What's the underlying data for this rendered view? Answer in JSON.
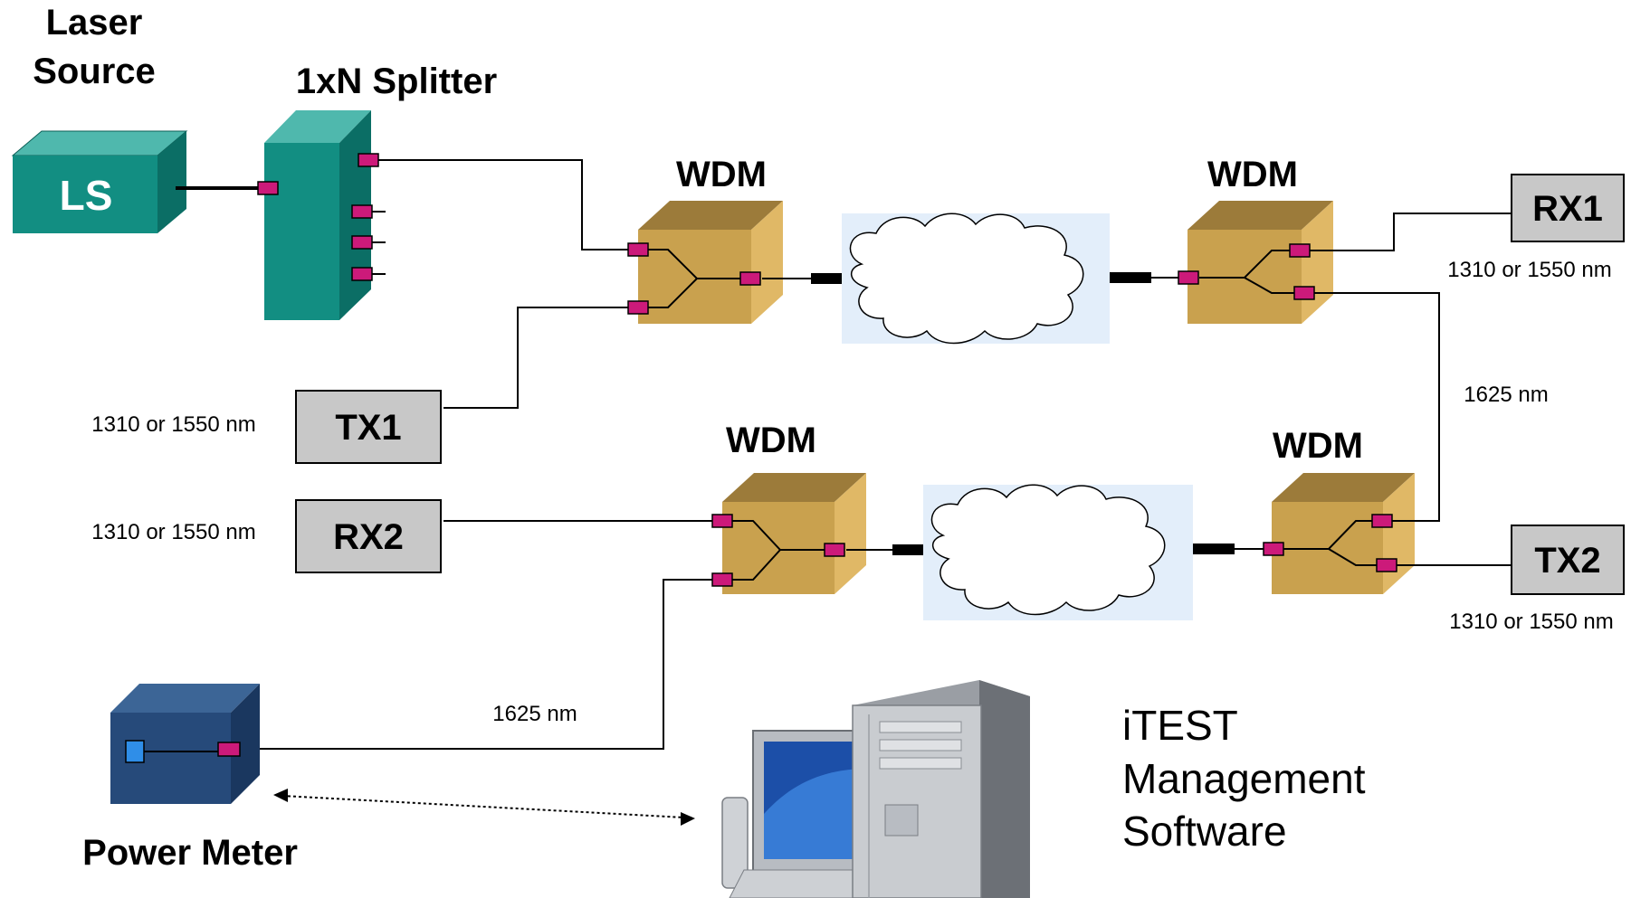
{
  "labels": {
    "laser_source_line1": "Laser",
    "laser_source_line2": "Source",
    "ls": "LS",
    "splitter": "1xN Splitter",
    "wdm": "WDM",
    "rx1": "RX1",
    "tx1": "TX1",
    "rx2": "RX2",
    "tx2": "TX2",
    "power_meter": "Power Meter"
  },
  "wavelengths": {
    "rx1": "1310 or 1550 nm",
    "tx1": "1310 or 1550 nm",
    "rx2": "1310 or 1550 nm",
    "tx2": "1310 or 1550 nm",
    "monitor_upper": "1625 nm",
    "monitor_lower": "1625 nm"
  },
  "software": {
    "line1": "iTEST",
    "line2": "Management",
    "line3": "Software"
  },
  "colors": {
    "laser_source": "#128e82",
    "splitter": "#128e82",
    "wdm": "#c9a14e",
    "power_meter": "#264a7a",
    "port": "#cc1a7a",
    "transceiver": "#c8c8c8"
  }
}
